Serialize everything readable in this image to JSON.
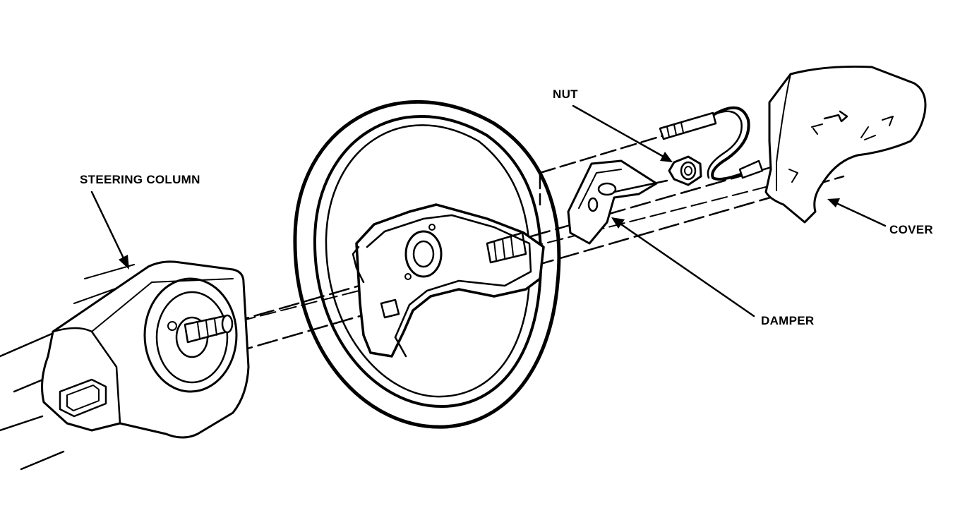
{
  "diagram": {
    "labels": {
      "steering_column": "STEERING COLUMN",
      "nut": "NUT",
      "cover": "COVER",
      "damper": "DAMPER"
    },
    "colors": {
      "ink": "#000000",
      "paper": "#ffffff"
    }
  }
}
